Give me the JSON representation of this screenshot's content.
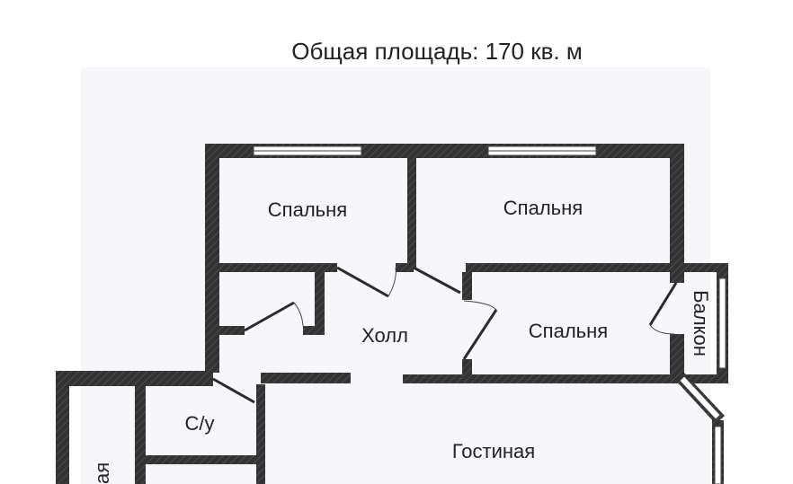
{
  "title": "Общая площадь: 170 кв. м",
  "rooms": {
    "bedroom_1": "Спальня",
    "bedroom_2": "Спальня",
    "bedroom_3": "Спальня",
    "hall": "Холл",
    "balcony": "Балкон",
    "bathroom": "С/у",
    "living_room": "Гостиная",
    "partial_room": "ая"
  },
  "colors": {
    "wall": "#333333",
    "background": "#f6f6fb"
  }
}
